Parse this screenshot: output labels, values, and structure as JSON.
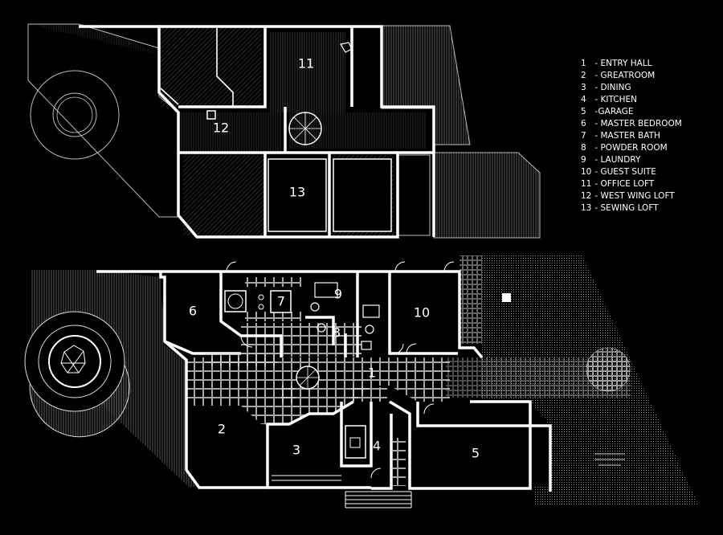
{
  "legend": [
    {
      "number": "1",
      "name": "- ENTRY HALL"
    },
    {
      "number": "2",
      "name": "- GREATROOM"
    },
    {
      "number": "3",
      "name": "- DINING"
    },
    {
      "number": "4",
      "name": "- KITCHEN"
    },
    {
      "number": "5",
      "name": "-GARAGE"
    },
    {
      "number": "6",
      "name": "- MASTER BEDROOM"
    },
    {
      "number": "7",
      "name": "- MASTER BATH"
    },
    {
      "number": "8",
      "name": "- POWDER ROOM"
    },
    {
      "number": "9",
      "name": "- LAUNDRY"
    },
    {
      "number": "10",
      "name": "- GUEST SUITE"
    },
    {
      "number": "11",
      "name": "- OFFICE LOFT"
    },
    {
      "number": "12",
      "name": "- WEST WING LOFT"
    },
    {
      "number": "13",
      "name": "- SEWING LOFT"
    }
  ],
  "labels": {
    "upper": {
      "r11": "11",
      "r12": "12",
      "r13": "13"
    },
    "lower": {
      "r1": "1",
      "r2": "2",
      "r3": "3",
      "r4": "4",
      "r5": "5",
      "r6": "6",
      "r7": "7",
      "r8": "8",
      "r9": "9",
      "r10": "10"
    }
  },
  "colors": {
    "background": "#000000",
    "line": "#ffffff",
    "hatch": "#9a9a9a"
  }
}
